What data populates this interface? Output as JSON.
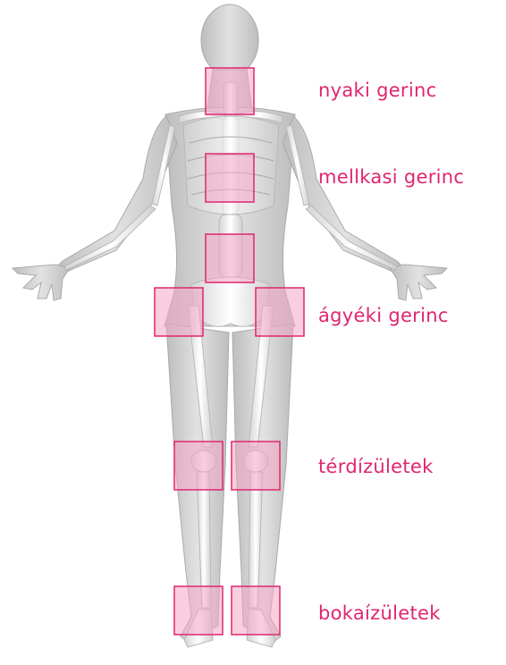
{
  "colors": {
    "accent": "#e0256f",
    "highlight_fill": "#f6b8cf",
    "body": "#d9d9d9",
    "bone": "#f4f4f4"
  },
  "labels": {
    "neck": "nyaki gerinc",
    "thoracic": "mellkasi gerinc",
    "lumbar": "ágyéki gerinc",
    "knees": "térdízületek",
    "ankles": "bokaízületek"
  }
}
